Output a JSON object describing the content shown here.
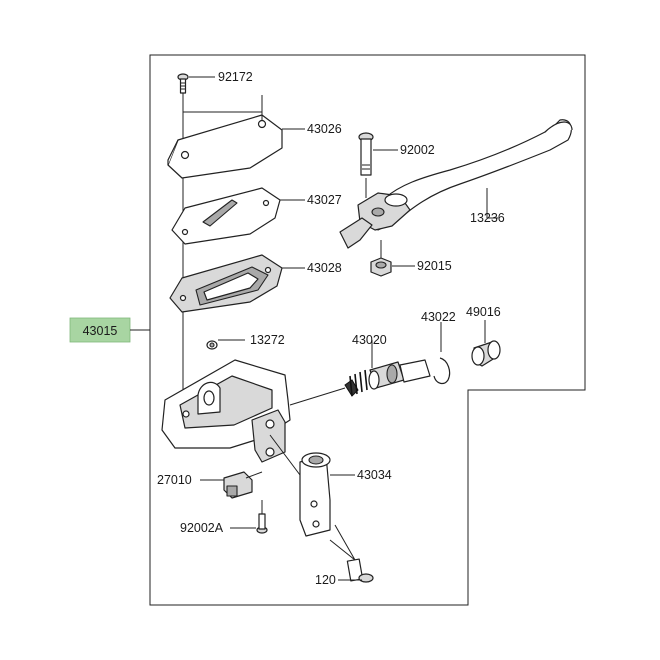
{
  "assembly": {
    "label": "43015",
    "highlight_color": "#a8d5a2"
  },
  "parts": [
    {
      "id": "screw-top",
      "label": "92172"
    },
    {
      "id": "reservoir-cap",
      "label": "43026"
    },
    {
      "id": "cap-plate",
      "label": "43027"
    },
    {
      "id": "diaphragm",
      "label": "43028"
    },
    {
      "id": "pivot-bolt",
      "label": "92002"
    },
    {
      "id": "brake-lever",
      "label": "13236"
    },
    {
      "id": "pivot-nut",
      "label": "92015"
    },
    {
      "id": "circlip",
      "label": "43022"
    },
    {
      "id": "dust-boot",
      "label": "49016"
    },
    {
      "id": "bleeder-cap",
      "label": "13272"
    },
    {
      "id": "piston-kit",
      "label": "43020"
    },
    {
      "id": "brake-switch",
      "label": "27010"
    },
    {
      "id": "switch-screw",
      "label": "92002A"
    },
    {
      "id": "clamp-holder",
      "label": "43034"
    },
    {
      "id": "clamp-bolt",
      "label": "120"
    }
  ]
}
